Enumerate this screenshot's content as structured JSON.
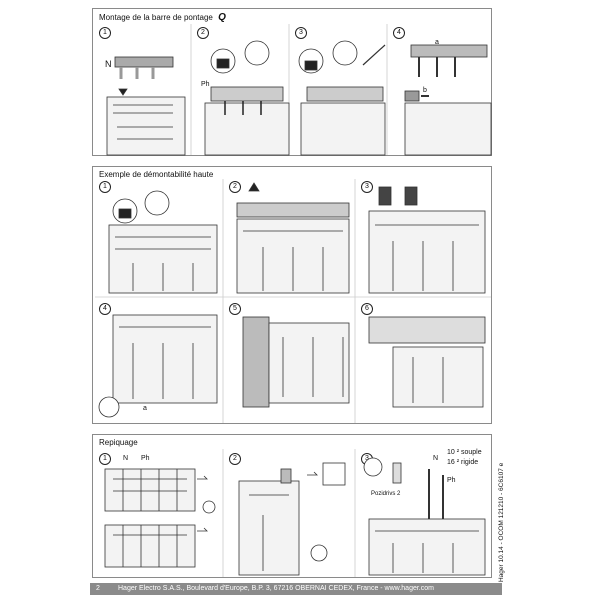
{
  "sections": [
    {
      "title": "Montage de la barre de pontage",
      "title_icon": "Q",
      "steps": [
        "1",
        "2",
        "3",
        "4"
      ],
      "labels": {
        "n": "N",
        "ph": "Ph",
        "a": "a",
        "b": "b"
      }
    },
    {
      "title": "Exemple de démontabilité haute",
      "steps": [
        "1",
        "2",
        "3",
        "4",
        "5",
        "6"
      ],
      "labels": {
        "a": "a"
      }
    },
    {
      "title": "Repiquage",
      "steps": [
        "1",
        "2",
        "3"
      ],
      "labels": {
        "n": "N",
        "ph": "Ph",
        "pozidriv": "Pozidrivs 2",
        "souple": "10 ² souple",
        "rigide": "16 ² rigide",
        "ph2": "Ph",
        "n2": "N"
      }
    }
  ],
  "footer": {
    "page": "2",
    "address": "Hager Electro S.A.S., Boulevard d'Europe, B.P. 3, 67216 OBERNAI CEDEX, France - www.hager.com"
  },
  "side_code": "Hager 10.14 - OCOM 121210 - 6C6107 e"
}
